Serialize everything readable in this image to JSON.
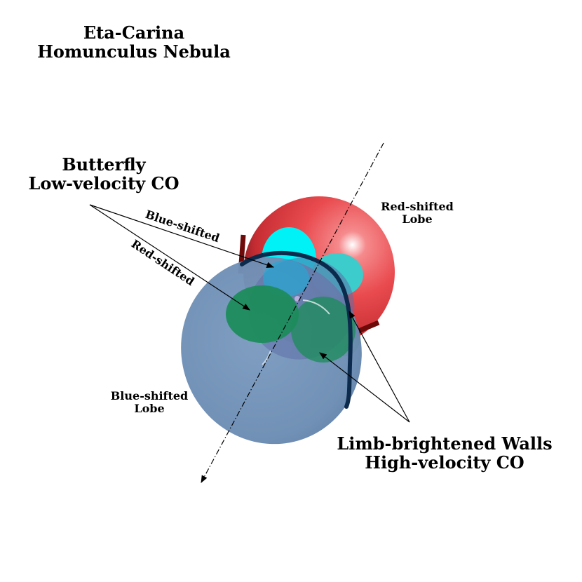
{
  "title": {
    "line1": "Eta-Carina",
    "line2": "Homunculus Nebula"
  },
  "labels": {
    "butterfly_line1": "Butterfly",
    "butterfly_line2": "Low-velocity CO",
    "blue_shifted_arrow": "Blue-shifted",
    "red_shifted_arrow": "Red-shifted",
    "red_lobe_line1": "Red-shifted",
    "red_lobe_line2": "Lobe",
    "blue_lobe_line1": "Blue-shifted",
    "blue_lobe_line2": "Lobe",
    "limb_line1": "Limb-brightened Walls",
    "limb_line2": "High-velocity CO"
  },
  "colors": {
    "red_lobe": "#e8454a",
    "blue_lobe": "#6f8fb5",
    "butterfly_cyan": "#00f2f7",
    "butterfly_teal": "#3ccccc",
    "butterfly_green": "#1e8c5c",
    "limb_green": "#3fdc22",
    "limb_wall_dark_blue": "#0c2a4c",
    "limb_wall_dark_red": "#6e0a0a"
  }
}
